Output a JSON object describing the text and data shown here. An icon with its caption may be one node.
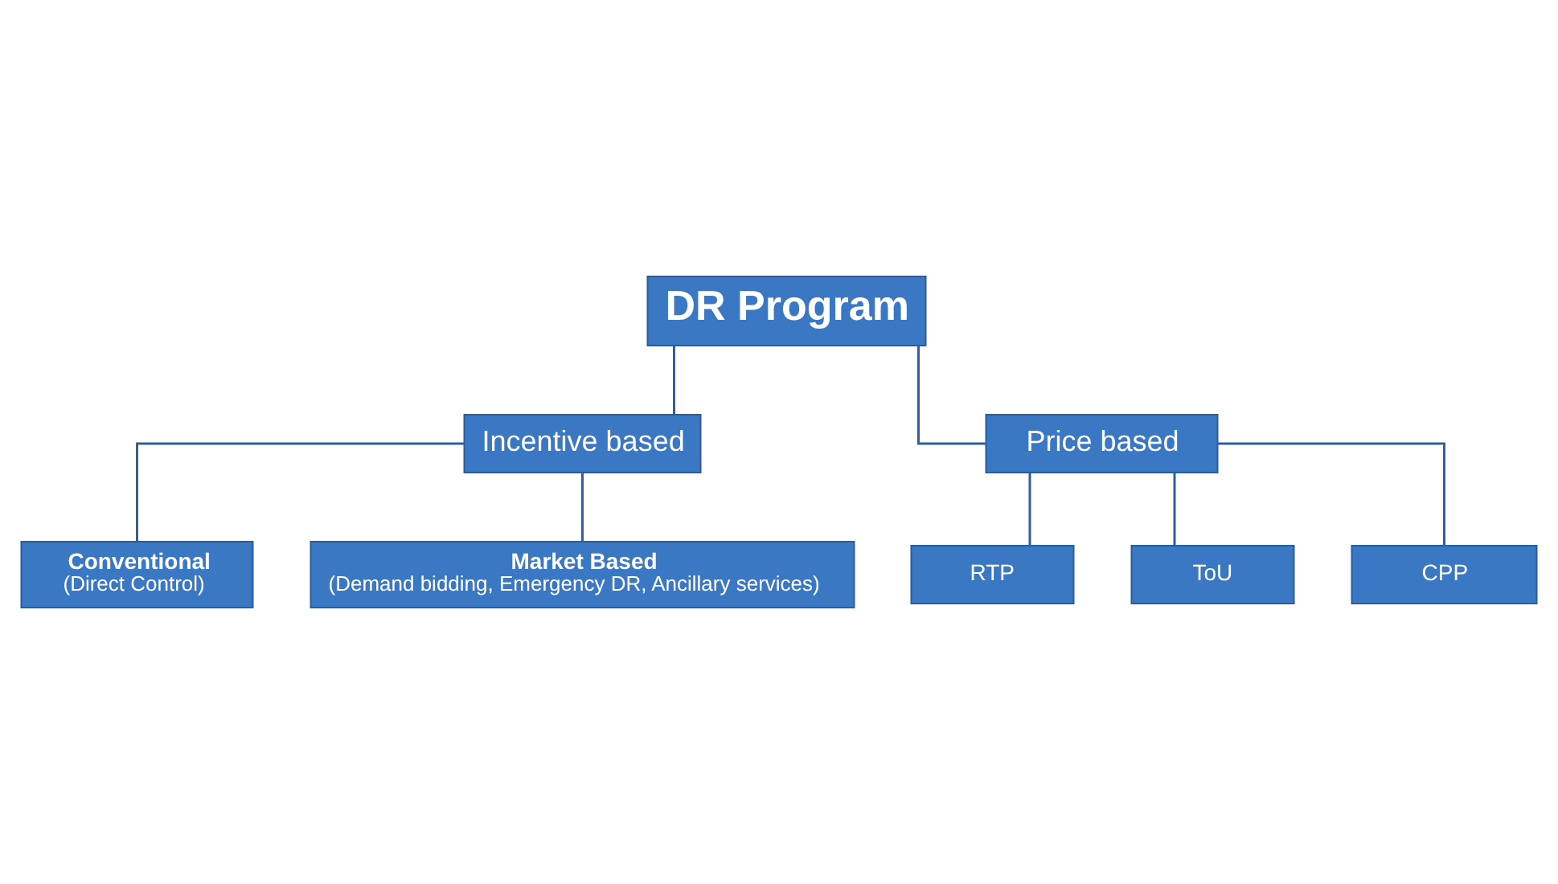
{
  "diagram": {
    "nodes": [
      {
        "text": [
          "DR Program"
        ]
      },
      {
        "text": [
          "Incentive based"
        ]
      },
      {
        "text": [
          "Price based"
        ]
      },
      {
        "text": [
          "Conventional",
          "(Direct Control)"
        ]
      },
      {
        "text": [
          "Market Based",
          "(Demand bidding, Emergency DR, Ancillary services)"
        ]
      },
      {
        "text": [
          "RTP"
        ]
      },
      {
        "text": [
          "ToU"
        ]
      },
      {
        "text": [
          "CPP"
        ]
      }
    ],
    "edges": [
      {
        "from": 0,
        "to": 1,
        "arrow": "none"
      },
      {
        "from": 0,
        "to": 2,
        "arrow": "none"
      },
      {
        "from": 1,
        "to": 3,
        "arrow": "none"
      },
      {
        "from": 1,
        "to": 4,
        "arrow": "none"
      },
      {
        "from": 2,
        "to": 5,
        "arrow": "none"
      },
      {
        "from": 2,
        "to": 6,
        "arrow": "none"
      },
      {
        "from": 2,
        "to": 7,
        "arrow": "none"
      }
    ]
  }
}
